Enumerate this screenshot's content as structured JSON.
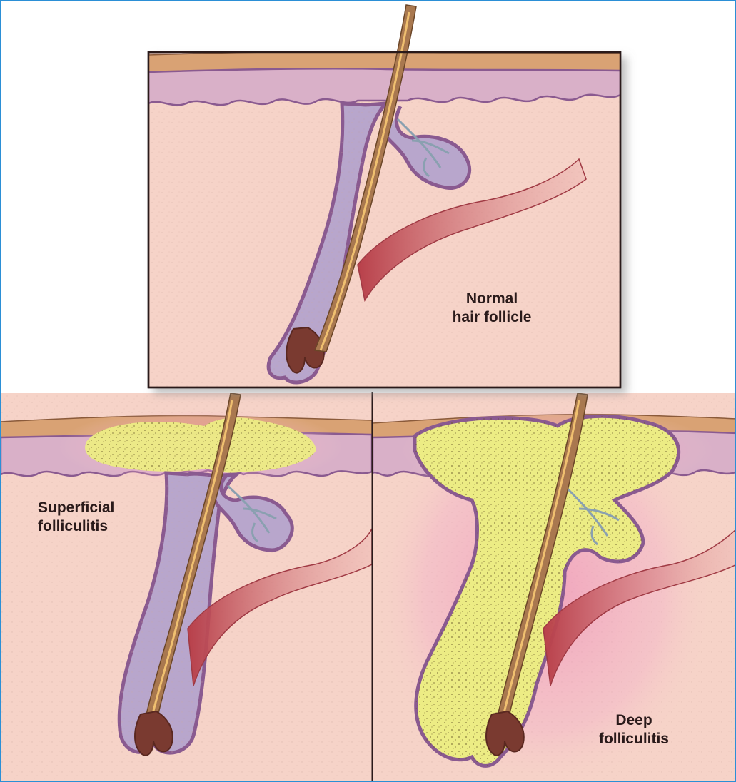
{
  "labels": {
    "normal": {
      "line1": "Normal",
      "line2": "hair follicle"
    },
    "superficial": {
      "line1": "Superficial",
      "line2": "folliculitis"
    },
    "deep": {
      "line1": "Deep",
      "line2": "folliculitis"
    }
  },
  "colors": {
    "frame_border": "#2b8fd6",
    "dermis": "#f6d3c8",
    "epidermis": "#d9b0c8",
    "stratum_corneum": "#d9a274",
    "follicle_wall": "#8a5a90",
    "hair_shaft": "#a9784f",
    "muscle": "#c8525a",
    "sebaceous_gland": "#b8a6cc",
    "pus": "#ecec84",
    "inflammation": "#ec86b4",
    "panel_border": "#2a1a1a"
  }
}
